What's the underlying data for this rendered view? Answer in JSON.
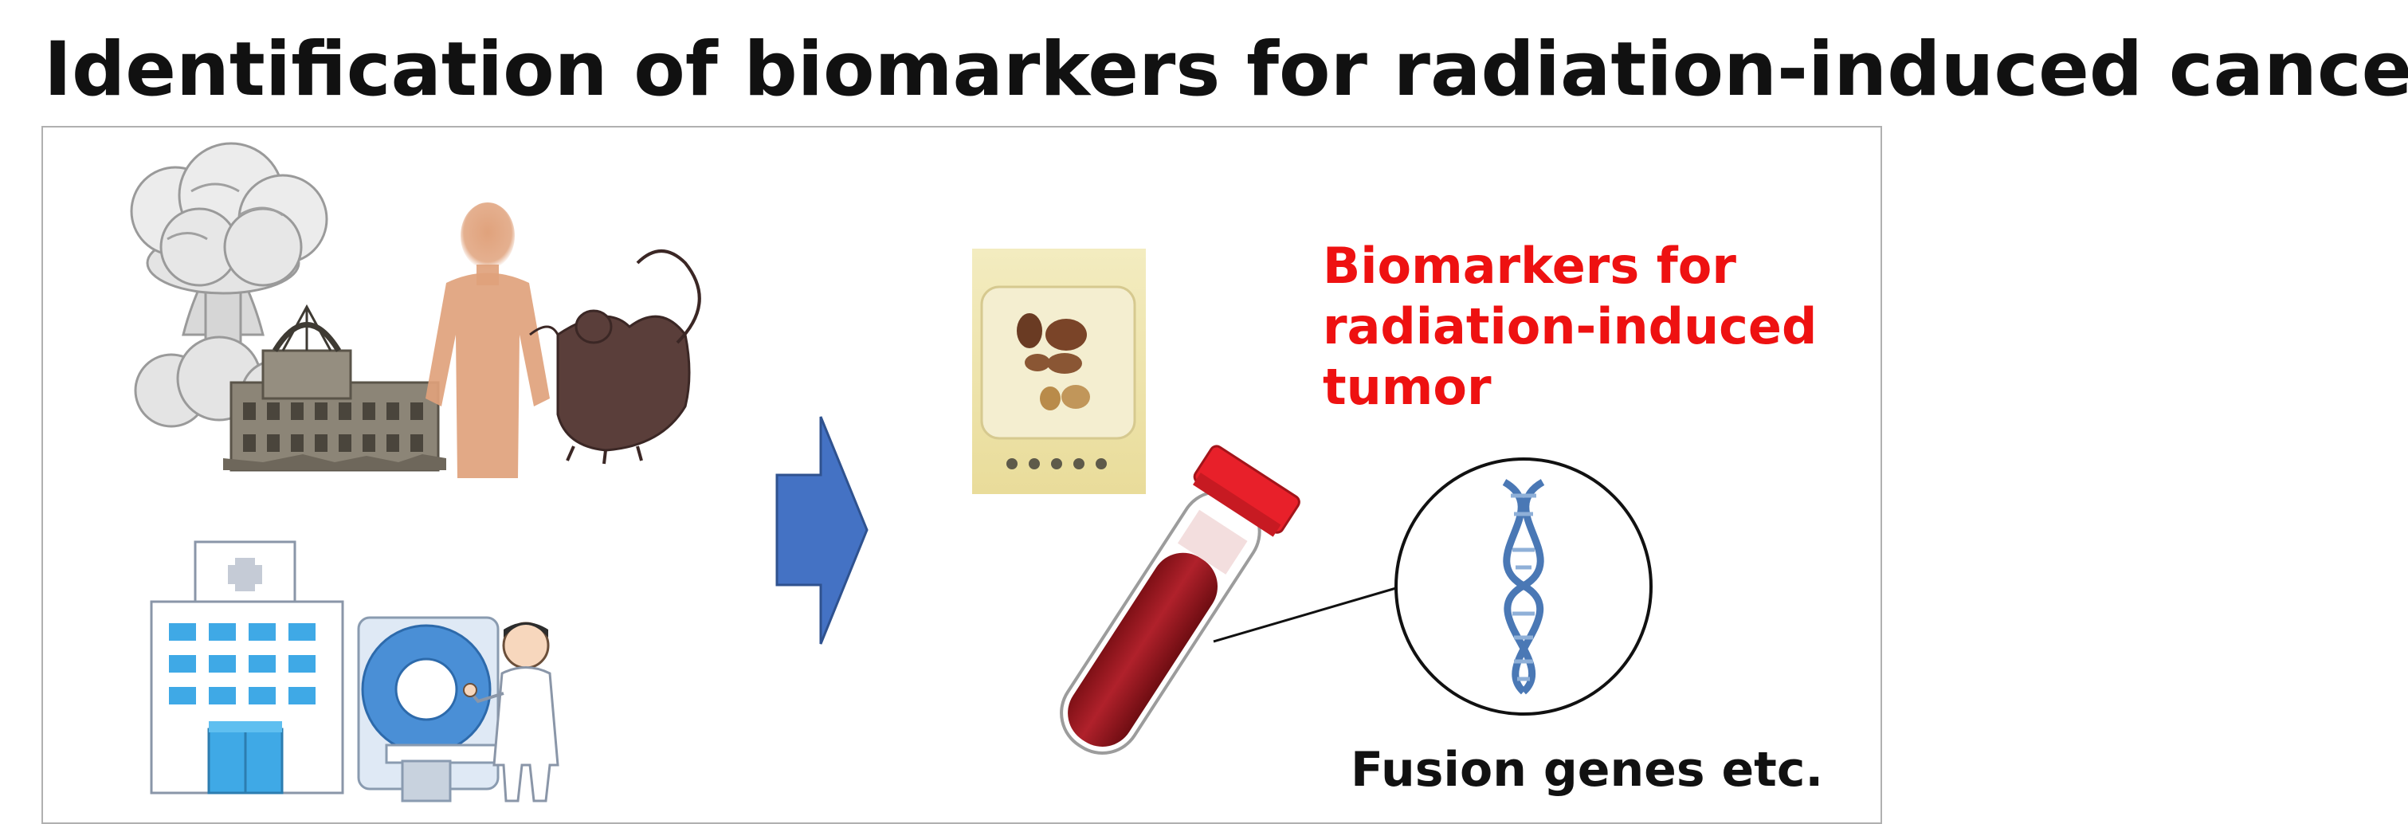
{
  "title": "Identification of biomarkers for radiation-induced cancer",
  "biomarker_label": {
    "lines": [
      "Biomarkers for",
      "radiation-induced",
      "tumor"
    ],
    "color": "#ee1111"
  },
  "fusion_label": "Fusion genes etc.",
  "colors": {
    "arrow": "#4472c4",
    "blood_tube": "#a61c25",
    "tube_cap": "#e8202a",
    "dna": "#4a78b5",
    "human_silhouette": "#e0a27c",
    "mouse": "#5a3e3a",
    "hospital_window": "#3fa9e6",
    "scanner": "#4a8fd6"
  },
  "icons": [
    "mushroom-cloud-icon",
    "atomic-bomb-dome-icon",
    "human-silhouette-icon",
    "mouse-icon",
    "hospital-icon",
    "ct-scanner-icon",
    "doctor-icon",
    "tissue-cassette-icon",
    "right-arrow-icon",
    "blood-tube-icon",
    "dna-icon"
  ]
}
